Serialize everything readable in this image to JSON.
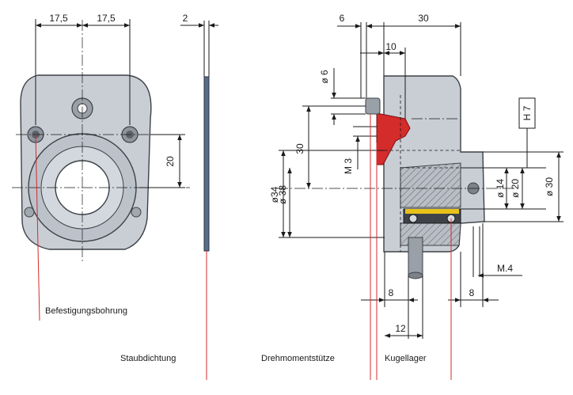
{
  "front_view": {
    "dims": {
      "left_half": "17,5",
      "right_half": "17,5",
      "vertical": "20"
    },
    "label": "Befestigungsbohrung"
  },
  "seal_view": {
    "dims": {
      "thickness": "2"
    },
    "label": "Staubdichtung"
  },
  "side_view": {
    "dims": {
      "top_6": "6",
      "top_30": "30",
      "top_10": "10",
      "dia_6": "ø 6",
      "h_30": "30",
      "m3": "M 3",
      "dia_34": "ø34",
      "dia_38": "ø 38",
      "dia_14": "ø 14",
      "dia_20": "ø 20",
      "dia_30": "ø 30",
      "tol": "H 7",
      "m4": "M.4",
      "bottom_8_left": "8",
      "bottom_8_right": "8",
      "bottom_12": "12"
    },
    "labels": {
      "torque": "Drehmomentstütze",
      "bearing": "Kugellager"
    }
  },
  "colors": {
    "body": "#c9ced5",
    "edge": "#3d4147",
    "leader": "#d42b2b",
    "torque_part": "#d42b2b",
    "bearing_race": "#e8c21a"
  }
}
